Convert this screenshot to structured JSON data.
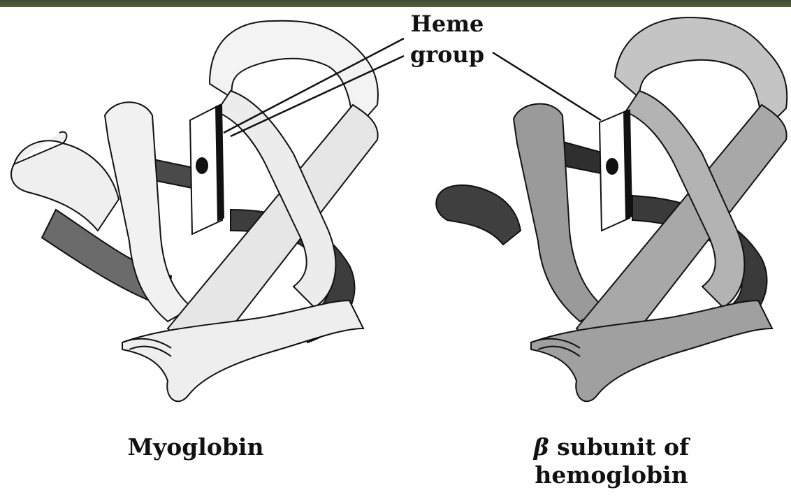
{
  "labels": {
    "heme_group": [
      "Heme",
      "group"
    ],
    "myoglobin": "Myoglobin",
    "hemoglobin_beta": {
      "symbol": "β",
      "line1_rest": " subunit of",
      "line2": "hemoglobin"
    }
  },
  "colors": {
    "ribbon_light": "#f2f2f2",
    "ribbon_mid": "#c9c9c9",
    "ribbon_dark": "#555555",
    "heme_plate": "#ffffff",
    "outline": "#111111",
    "top_band": "#4a5438"
  }
}
